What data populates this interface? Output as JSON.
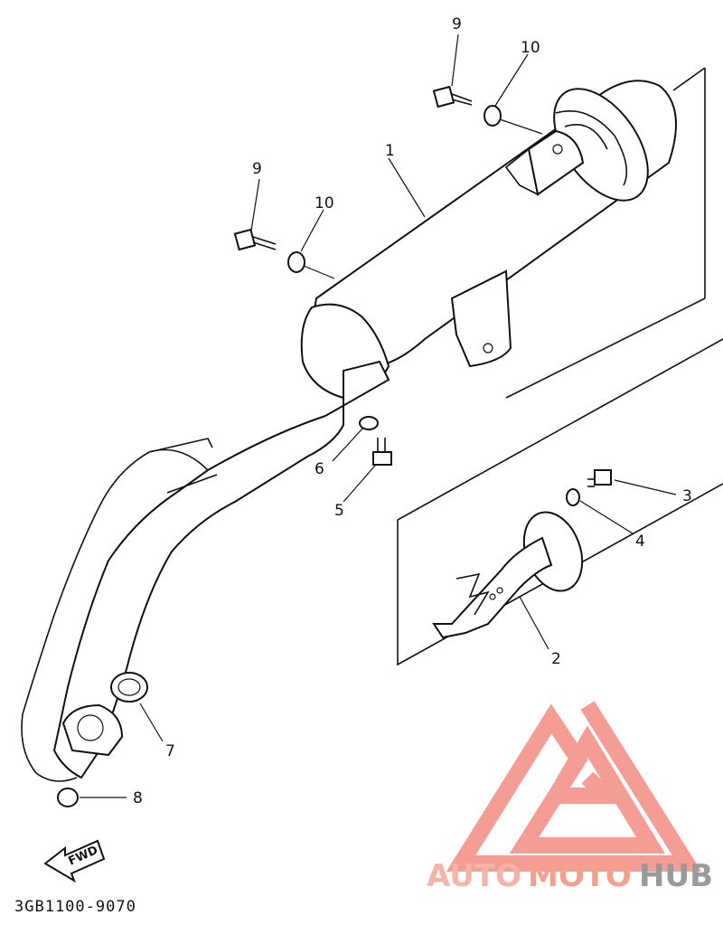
{
  "parts": [
    {
      "id": "p1",
      "number": "1"
    },
    {
      "id": "p2",
      "number": "2"
    },
    {
      "id": "p3",
      "number": "3"
    },
    {
      "id": "p4",
      "number": "4"
    },
    {
      "id": "p5",
      "number": "5"
    },
    {
      "id": "p6",
      "number": "6"
    },
    {
      "id": "p7",
      "number": "7"
    },
    {
      "id": "p8",
      "number": "8"
    },
    {
      "id": "p9a",
      "number": "9"
    },
    {
      "id": "p9b",
      "number": "9"
    },
    {
      "id": "p10a",
      "number": "10"
    },
    {
      "id": "p10b",
      "number": "10"
    }
  ],
  "direction_label": "FWD",
  "diagram_code": "3GB1100-9070",
  "watermark": {
    "part1": "AUTO",
    "part2": "MOTO",
    "part3": "HUB",
    "color_light": "#f7b3a6",
    "color_mid": "#f4a08c",
    "color_dark": "#9a9a9a",
    "logo_color": "#f28c82"
  }
}
